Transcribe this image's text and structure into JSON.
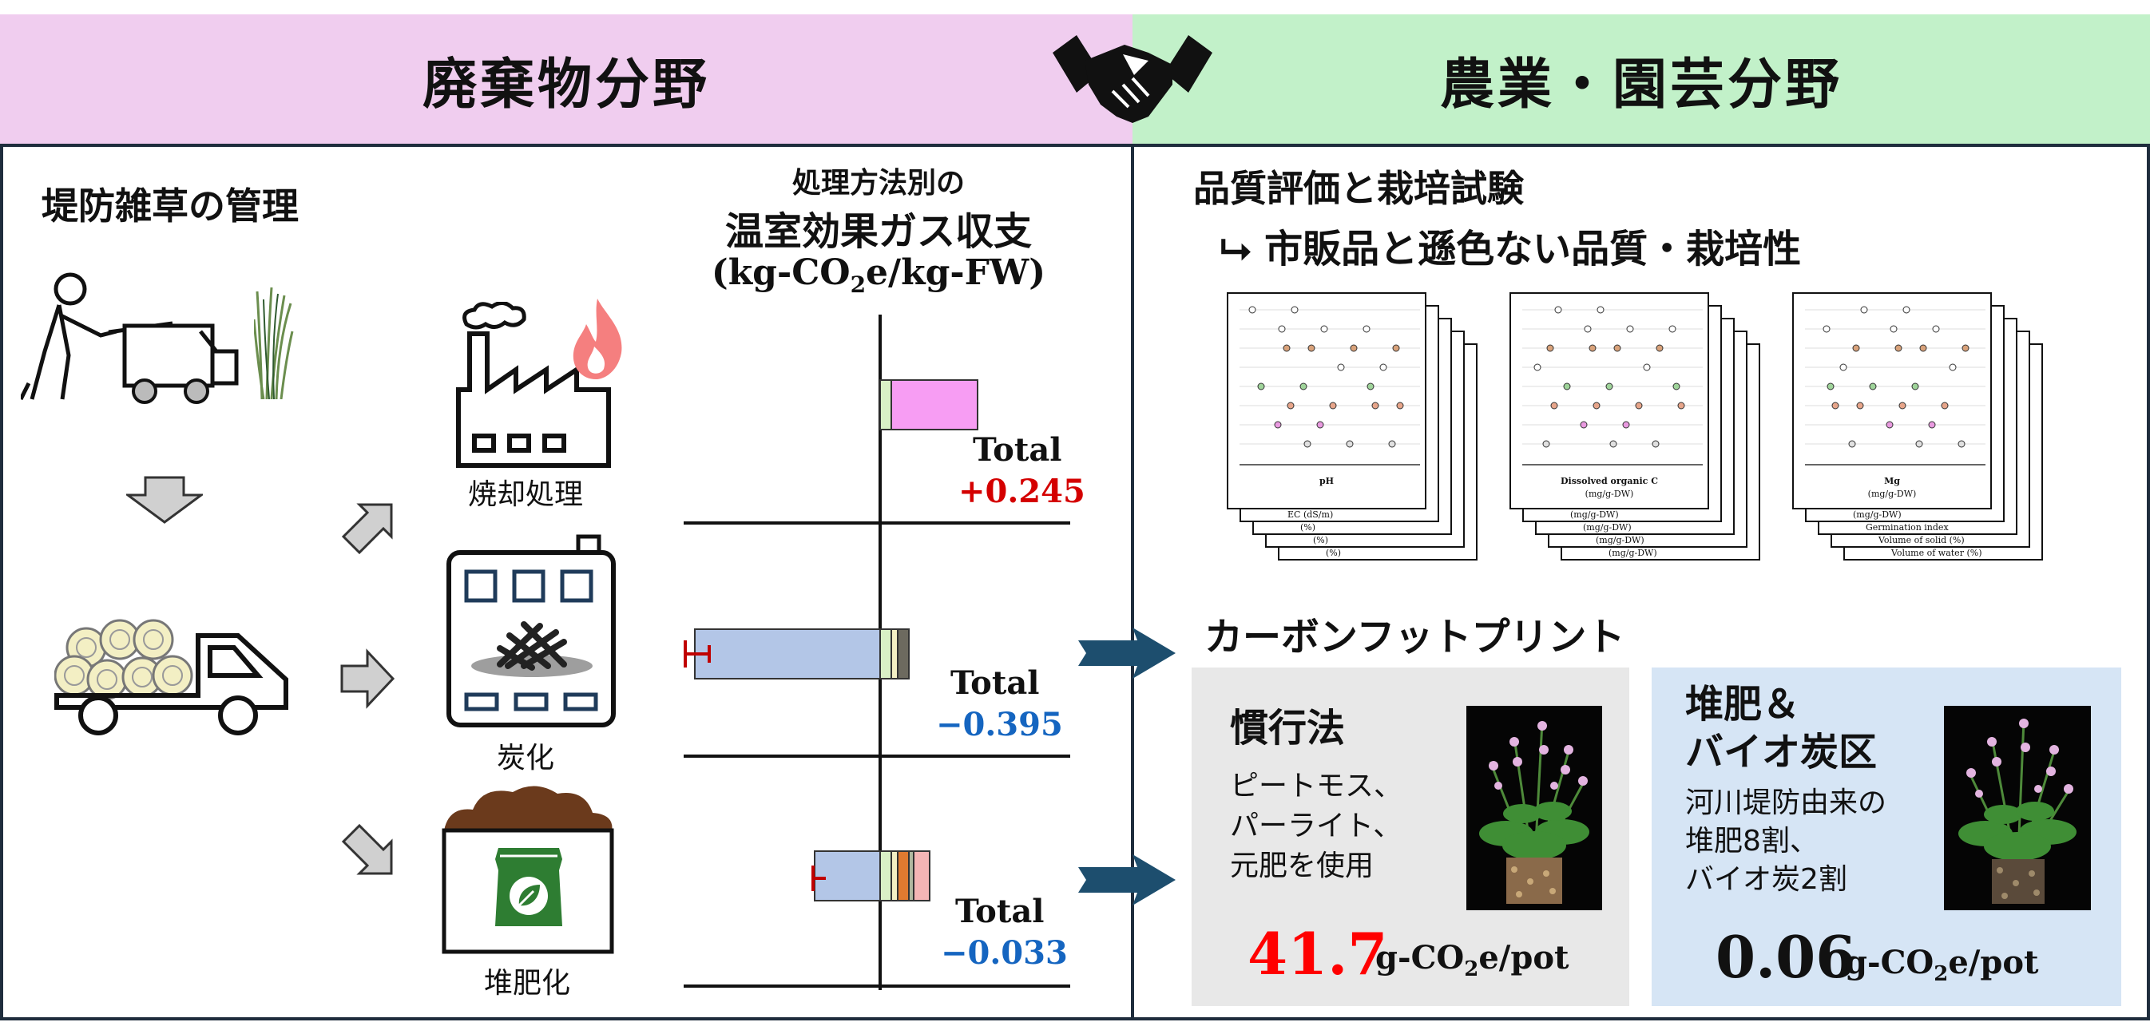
{
  "header": {
    "left_title": "廃棄物分野",
    "right_title": "農業・園芸分野"
  },
  "left": {
    "section_title": "堤防雑草の管理",
    "chart_title_line1": "処理方法別の",
    "chart_title_line2": "温室効果ガス収支",
    "chart_unit_pre": "(kg-CO",
    "chart_unit_sub": "2",
    "chart_unit_post": "e/kg-FW)",
    "methods": [
      {
        "label": "焼却処理",
        "total_word": "Total",
        "total_value": "+0.245",
        "color": "#d40000"
      },
      {
        "label": "炭化",
        "total_word": "Total",
        "total_value": "−0.395",
        "color": "#1565c0"
      },
      {
        "label": "堆肥化",
        "total_word": "Total",
        "total_value": "−0.033",
        "color": "#1565c0"
      }
    ]
  },
  "right": {
    "quality_title": "品質評価と栽培試験",
    "quality_result_arrow": "⮡",
    "quality_result": "市販品と遜色ない品質・栽培性",
    "mini_charts": [
      {
        "xlabel": "pH",
        "under_labels": [
          "EC (dS/m)",
          "(%)",
          "(%)",
          "(%)"
        ]
      },
      {
        "xlabel": "Dissolved organic C",
        "xlabel2": "(mg/g-DW)",
        "under_labels": [
          "(mg/g-DW)",
          "(mg/g-DW)",
          "(mg/g-DW)",
          "(mg/g-DW)"
        ]
      },
      {
        "xlabel": "Mg",
        "xlabel2": "(mg/g-DW)",
        "under_labels": [
          "(mg/g-DW)",
          "Germination index",
          "Volume of solid (%)",
          "Volume of water (%)"
        ]
      }
    ],
    "carbon_title": "カーボンフットプリント",
    "conventional": {
      "title": "慣行法",
      "desc": [
        "ピートモス、",
        "パーライト、",
        "元肥を使用"
      ],
      "value": "41.7",
      "unit_pre": "g-CO",
      "unit_sub": "2",
      "unit_post": "e/pot",
      "value_color": "#ff0000"
    },
    "compost": {
      "title_line1": "堆肥＆",
      "title_line2": "バイオ炭区",
      "desc": [
        "河川堤防由来の",
        "堆肥8割、",
        "バイオ炭2割"
      ],
      "value": "0.06",
      "unit_pre": "g-CO",
      "unit_sub": "2",
      "unit_post": "e/pot",
      "value_color": "#000000"
    }
  },
  "colors": {
    "left_header": "#f0cdef",
    "right_header": "#c2f1c9",
    "conventional_bg": "#e8e8e8",
    "compost_bg": "#d6e5f5",
    "arrow_blue": "#1d4e6e",
    "bar_pink": "#f79df3",
    "bar_blue": "#b3c6e7",
    "bar_green": "#d9f0c6",
    "errorbar_red": "#c00000"
  },
  "icons": [
    "handshake-icon",
    "worker-mower-icon",
    "grass-icon",
    "truck-icon",
    "factory-icon",
    "fire-icon",
    "carbonizer-icon",
    "compost-bag-icon",
    "leaf-icon",
    "plant-photo-conventional",
    "plant-photo-compost"
  ]
}
